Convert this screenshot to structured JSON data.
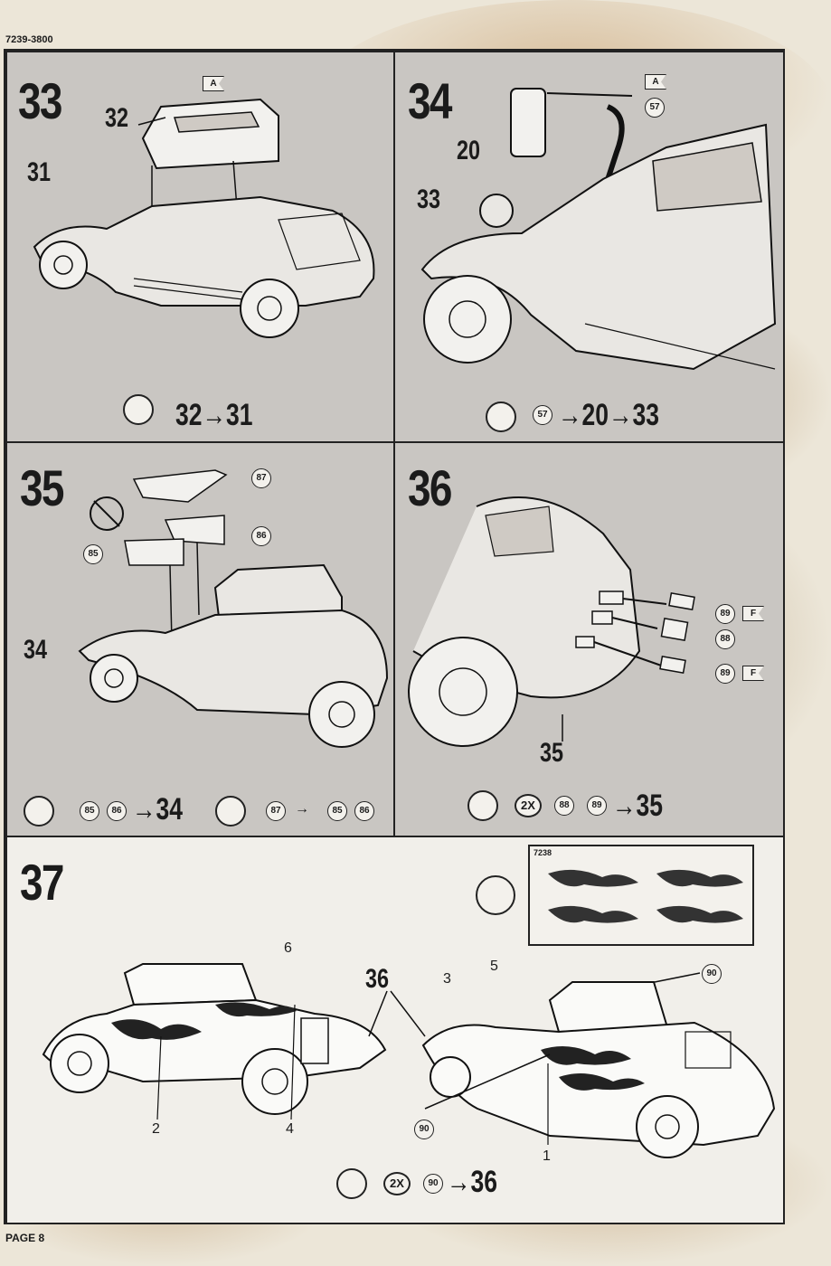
{
  "page": {
    "code": "7239-3800",
    "label": "PAGE 8"
  },
  "steps": {
    "s33": {
      "number": "33",
      "parts": {
        "p32": "32",
        "p31": "31"
      },
      "flag": "A",
      "instruction": {
        "from": "32",
        "to": "31"
      }
    },
    "s34": {
      "number": "34",
      "parts": {
        "p20": "20",
        "p33": "33"
      },
      "flag": "A",
      "circ": "57",
      "instruction": {
        "paint": "57",
        "a": "20",
        "b": "33"
      }
    },
    "s35": {
      "number": "35",
      "parts": {
        "p34": "34"
      },
      "circs": {
        "c87": "87",
        "c86": "86",
        "c85": "85"
      },
      "instruction_a": {
        "c1": "85",
        "c2": "86",
        "to": "34"
      },
      "instruction_b": {
        "c1": "87",
        "c2": "85",
        "c3": "86"
      }
    },
    "s36": {
      "number": "36",
      "parts": {
        "p35": "35"
      },
      "circs": {
        "c89a": "89",
        "c88": "88",
        "c89b": "89"
      },
      "flag": "F",
      "instruction": {
        "mult": "2X",
        "c1": "88",
        "c2": "89",
        "to": "35"
      }
    },
    "s37": {
      "number": "37",
      "callouts": {
        "c36": "36",
        "n1": "1",
        "n2": "2",
        "n3": "3",
        "n4": "4",
        "n5": "5",
        "n6": "6"
      },
      "circs": {
        "c90a": "90",
        "c90b": "90"
      },
      "decal_code": "7238",
      "instruction": {
        "mult": "2X",
        "c1": "90",
        "to": "36"
      }
    }
  }
}
